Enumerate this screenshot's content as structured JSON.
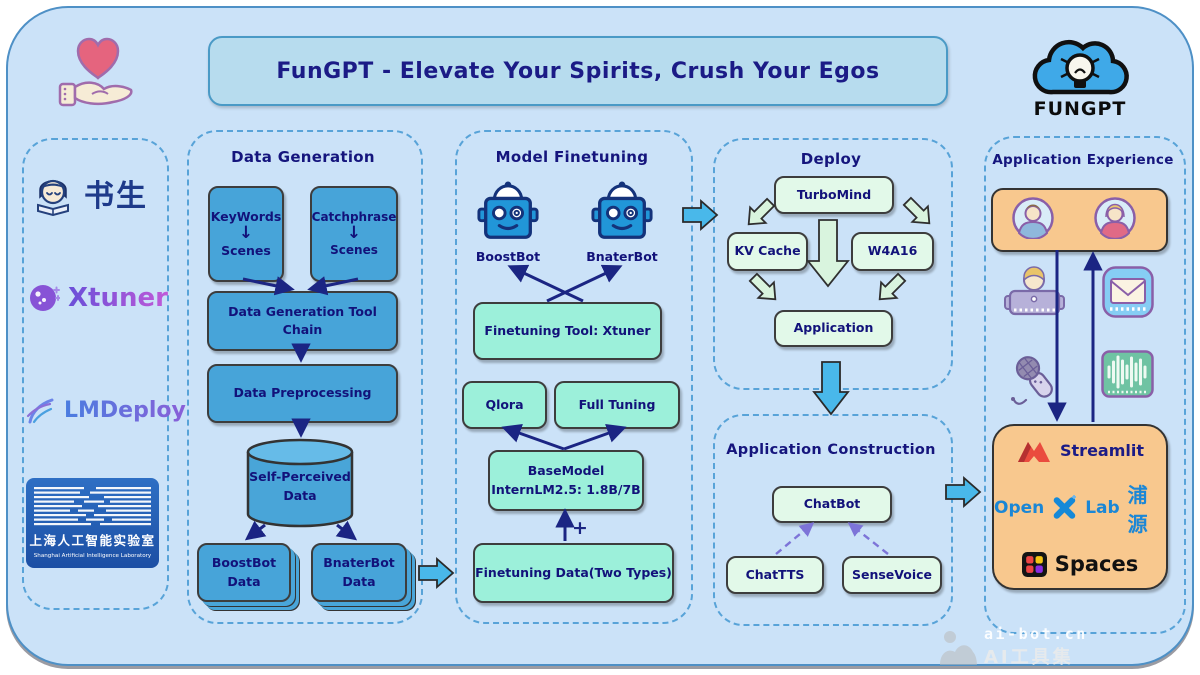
{
  "header": {
    "title": "FunGPT - Elevate Your Spirits, Crush Your Egos",
    "brand": "FUNGPT"
  },
  "sidebar": {
    "shusheng": "书生",
    "xtuner": "Xtuner",
    "lmdeploy": "LMDeploy",
    "sail_cn": "上海人工智能实验室",
    "sail_en": "Shanghai Artificial Intelligence Laboratory"
  },
  "arrow_glyph": "↓",
  "plus_glyph": "+",
  "data_generation": {
    "title": "Data Generation",
    "keywords": "KeyWords",
    "catchphrase": "Catchphrase",
    "scenes": "Scenes",
    "tool_chain": "Data Generation Tool Chain",
    "preprocessing": "Data Preprocessing",
    "self_perceived": "Self-Perceived\nData",
    "boostbot_data": "BoostBot\nData",
    "bnaterbot_data": "BnaterBot\nData"
  },
  "model_finetuning": {
    "title": "Model Finetuning",
    "boostbot": "BoostBot",
    "bnaterbot": "BnaterBot",
    "tool": "Finetuning Tool: Xtuner",
    "qlora": "Qlora",
    "full_tuning": "Full Tuning",
    "base_model": "BaseModel\nInternLM2.5: 1.8B/7B",
    "finetuning_data": "Finetuning Data(Two Types)"
  },
  "deploy": {
    "title": "Deploy",
    "turbomind": "TurboMind",
    "kv_cache": "KV Cache",
    "w4a16": "W4A16",
    "application": "Application"
  },
  "app_construction": {
    "title": "Application Construction",
    "chatbot": "ChatBot",
    "chattts": "ChatTTS",
    "sensevoice": "SenseVoice"
  },
  "app_experience": {
    "title": "Application Experience",
    "streamlit": "Streamlit",
    "open": "Open",
    "lab": "Lab",
    "puyuan": "浦源",
    "spaces": "Spaces"
  },
  "watermark": {
    "line1": "ai-bot.cn",
    "line2": "AI工具集"
  },
  "colors": {
    "canvas_bg": "#cbe2f8",
    "box_blue": "#47a4d9",
    "box_mint": "#9cf0da",
    "box_pale_green": "#e2f9e9",
    "box_orange": "#f8c88e",
    "navy_text": "#15157d",
    "arrow_navy": "#1b2583",
    "chevron_blue": "#49b8ea",
    "dashed_border": "#58a3d8",
    "purple_dashed": "#7d74d8"
  }
}
